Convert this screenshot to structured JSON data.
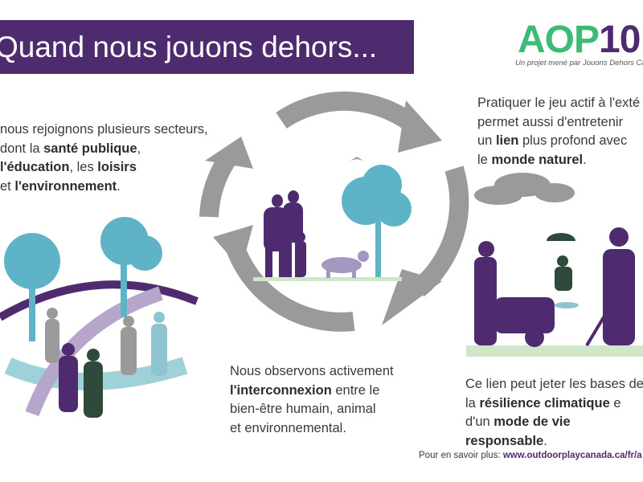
{
  "title": "Quand nous jouons dehors...",
  "logo": {
    "main": "AOP",
    "number": "10",
    "tagline": "Un projet mené par Jouons Dehors Ca"
  },
  "left_text": [
    [
      {
        "t": "nous rejoignons plusieurs secteurs,",
        "b": false
      }
    ],
    [
      {
        "t": "dont la ",
        "b": false
      },
      {
        "t": "santé publique",
        "b": true
      },
      {
        "t": ",",
        "b": false
      }
    ],
    [
      {
        "t": "l'éducation",
        "b": true
      },
      {
        "t": ", les ",
        "b": false
      },
      {
        "t": "loisirs",
        "b": true
      }
    ],
    [
      {
        "t": "et ",
        "b": false
      },
      {
        "t": "l'environnement",
        "b": true
      },
      {
        "t": ".",
        "b": false
      }
    ]
  ],
  "right_top_text": [
    [
      {
        "t": "Pratiquer le jeu actif à l'exté",
        "b": false
      }
    ],
    [
      {
        "t": "permet aussi d'entretenir",
        "b": false
      }
    ],
    [
      {
        "t": "un ",
        "b": false
      },
      {
        "t": "lien",
        "b": true
      },
      {
        "t": " plus profond avec",
        "b": false
      }
    ],
    [
      {
        "t": "le ",
        "b": false
      },
      {
        "t": "monde naturel",
        "b": true
      },
      {
        "t": ".",
        "b": false
      }
    ]
  ],
  "middle_text": [
    [
      {
        "t": "Nous observons activement",
        "b": false
      }
    ],
    [
      {
        "t": "l'interconnexion",
        "b": true
      },
      {
        "t": " entre le",
        "b": false
      }
    ],
    [
      {
        "t": "bien-être humain, animal",
        "b": false
      }
    ],
    [
      {
        "t": "et environnemental.",
        "b": false
      }
    ]
  ],
  "right_bottom_text": [
    [
      {
        "t": "Ce lien peut jeter les bases de",
        "b": false
      }
    ],
    [
      {
        "t": "la ",
        "b": false
      },
      {
        "t": "résilience climatique",
        "b": true
      },
      {
        "t": " e",
        "b": false
      }
    ],
    [
      {
        "t": "d'un ",
        "b": false
      },
      {
        "t": "mode de vie",
        "b": true
      }
    ],
    [
      {
        "t": "responsable",
        "b": true
      },
      {
        "t": ".",
        "b": false
      }
    ]
  ],
  "footer": {
    "label": "Pour en savoir plus: ",
    "url": "www.outdoorplaycanada.ca/fr/a"
  },
  "colors": {
    "purple": "#4e2a6e",
    "green": "#3cbb78",
    "teal": "#5fb3c6",
    "gray": "#9a9a9a"
  }
}
